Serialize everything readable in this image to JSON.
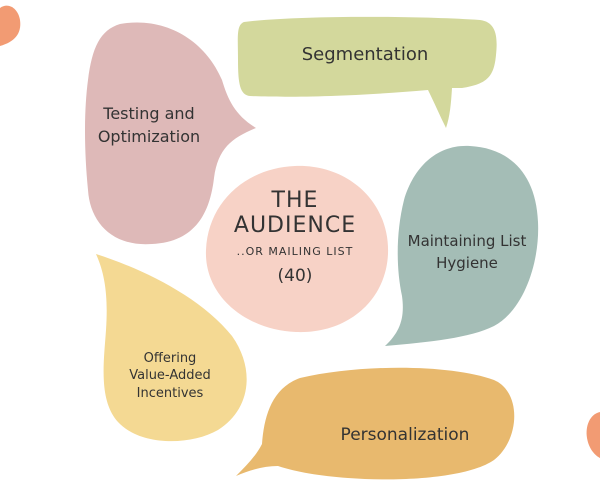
{
  "colors": {
    "pink": "#deb9b8",
    "olive": "#d3d89c",
    "teal": "#a4bdb6",
    "peach": "#f7d2c6",
    "yellow": "#f4d993",
    "mustard": "#e8b96e",
    "coral": "#f29b73",
    "text": "#333333"
  },
  "center": {
    "title_line1": "THE",
    "title_line2": "AUDIENCE",
    "subtitle": "..OR MAILING LIST",
    "count": "(40)"
  },
  "bubbles": {
    "testing": {
      "line1": "Testing and",
      "line2": "Optimization"
    },
    "segmentation": {
      "line1": "Segmentation"
    },
    "hygiene": {
      "line1": "Maintaining List",
      "line2": "Hygiene"
    },
    "incentives": {
      "line1": "Offering",
      "line2": "Value-Added",
      "line3": "Incentives"
    },
    "personalization": {
      "line1": "Personalization"
    }
  }
}
